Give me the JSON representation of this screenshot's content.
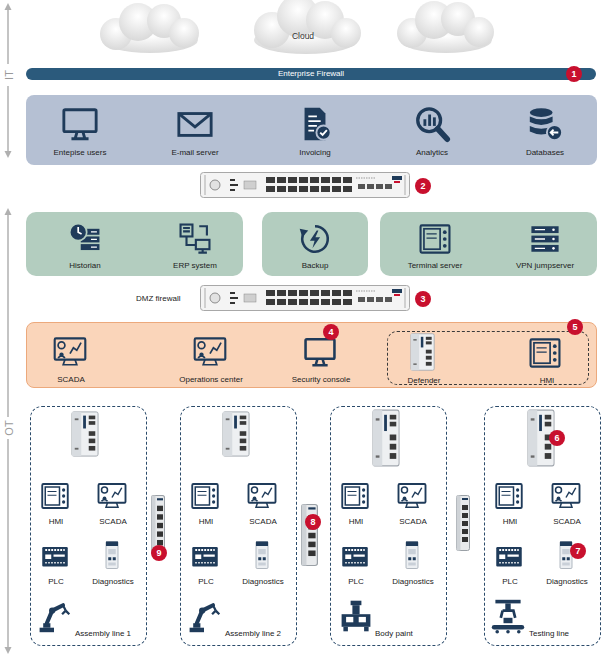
{
  "diagram": {
    "nodes": [
      {
        "text": [
          "Cloud"
        ]
      },
      {
        "text": [
          "Enterprise Firewall"
        ]
      },
      {
        "text": []
      },
      {
        "text": [
          "Entepise users"
        ],
        "in": 2
      },
      {
        "text": [
          "E-mail server"
        ],
        "in": 2
      },
      {
        "text": [
          "Invoicing"
        ],
        "in": 2
      },
      {
        "text": [
          "Analytics"
        ],
        "in": 2
      },
      {
        "text": [
          "Databases"
        ],
        "in": 2
      },
      {
        "text": []
      },
      {
        "text": [
          "Historian"
        ],
        "in": 8
      },
      {
        "text": [
          "ERP system"
        ],
        "in": 8
      },
      {
        "text": []
      },
      {
        "text": [
          "Backup"
        ],
        "in": 11
      },
      {
        "text": []
      },
      {
        "text": [
          "Terminal server"
        ],
        "in": 13
      },
      {
        "text": [
          "VPN jumpserver"
        ],
        "in": 13
      },
      {
        "text": []
      },
      {
        "text": [
          "SCADA"
        ],
        "in": 16
      },
      {
        "text": [
          "Operations center"
        ],
        "in": 16
      },
      {
        "text": [
          "Security console"
        ],
        "in": 16
      },
      {
        "text": [],
        "in": 16
      },
      {
        "text": [
          "Defender"
        ],
        "in": 20
      },
      {
        "text": [
          "HMI"
        ],
        "in": 20
      },
      {
        "text": []
      },
      {
        "text": [
          "HMI"
        ],
        "in": 23
      },
      {
        "text": [
          "SCADA"
        ],
        "in": 23
      },
      {
        "text": [
          "PLC"
        ],
        "in": 23
      },
      {
        "text": [
          "Diagnostics"
        ],
        "in": 23
      },
      {
        "text": [
          "Assembly line 1"
        ],
        "in": 23
      },
      {
        "text": []
      },
      {
        "text": [
          "HMI"
        ],
        "in": 29
      },
      {
        "text": [
          "SCADA"
        ],
        "in": 29
      },
      {
        "text": [
          "PLC"
        ],
        "in": 29
      },
      {
        "text": [
          "Diagnostics"
        ],
        "in": 29
      },
      {
        "text": [
          "Assembly line 2"
        ],
        "in": 29
      },
      {
        "text": []
      },
      {
        "text": [
          "HMI"
        ],
        "in": 35
      },
      {
        "text": [
          "SCADA"
        ],
        "in": 35
      },
      {
        "text": [
          "PLC"
        ],
        "in": 35
      },
      {
        "text": [
          "Diagnostics"
        ],
        "in": 35
      },
      {
        "text": [
          "Body paint"
        ],
        "in": 35
      },
      {
        "text": []
      },
      {
        "text": [
          "HMI"
        ],
        "in": 41
      },
      {
        "text": [
          "SCADA"
        ],
        "in": 41
      },
      {
        "text": [
          "PLC"
        ],
        "in": 41
      },
      {
        "text": [
          "Diagnostics"
        ],
        "in": 41
      },
      {
        "text": [
          "Testing line"
        ],
        "in": 41
      }
    ],
    "labels": [
      "IT",
      "1",
      "2",
      "DMZ firewall",
      "3",
      "4",
      "5",
      "OT",
      "6",
      "8",
      "9",
      "7"
    ]
  }
}
